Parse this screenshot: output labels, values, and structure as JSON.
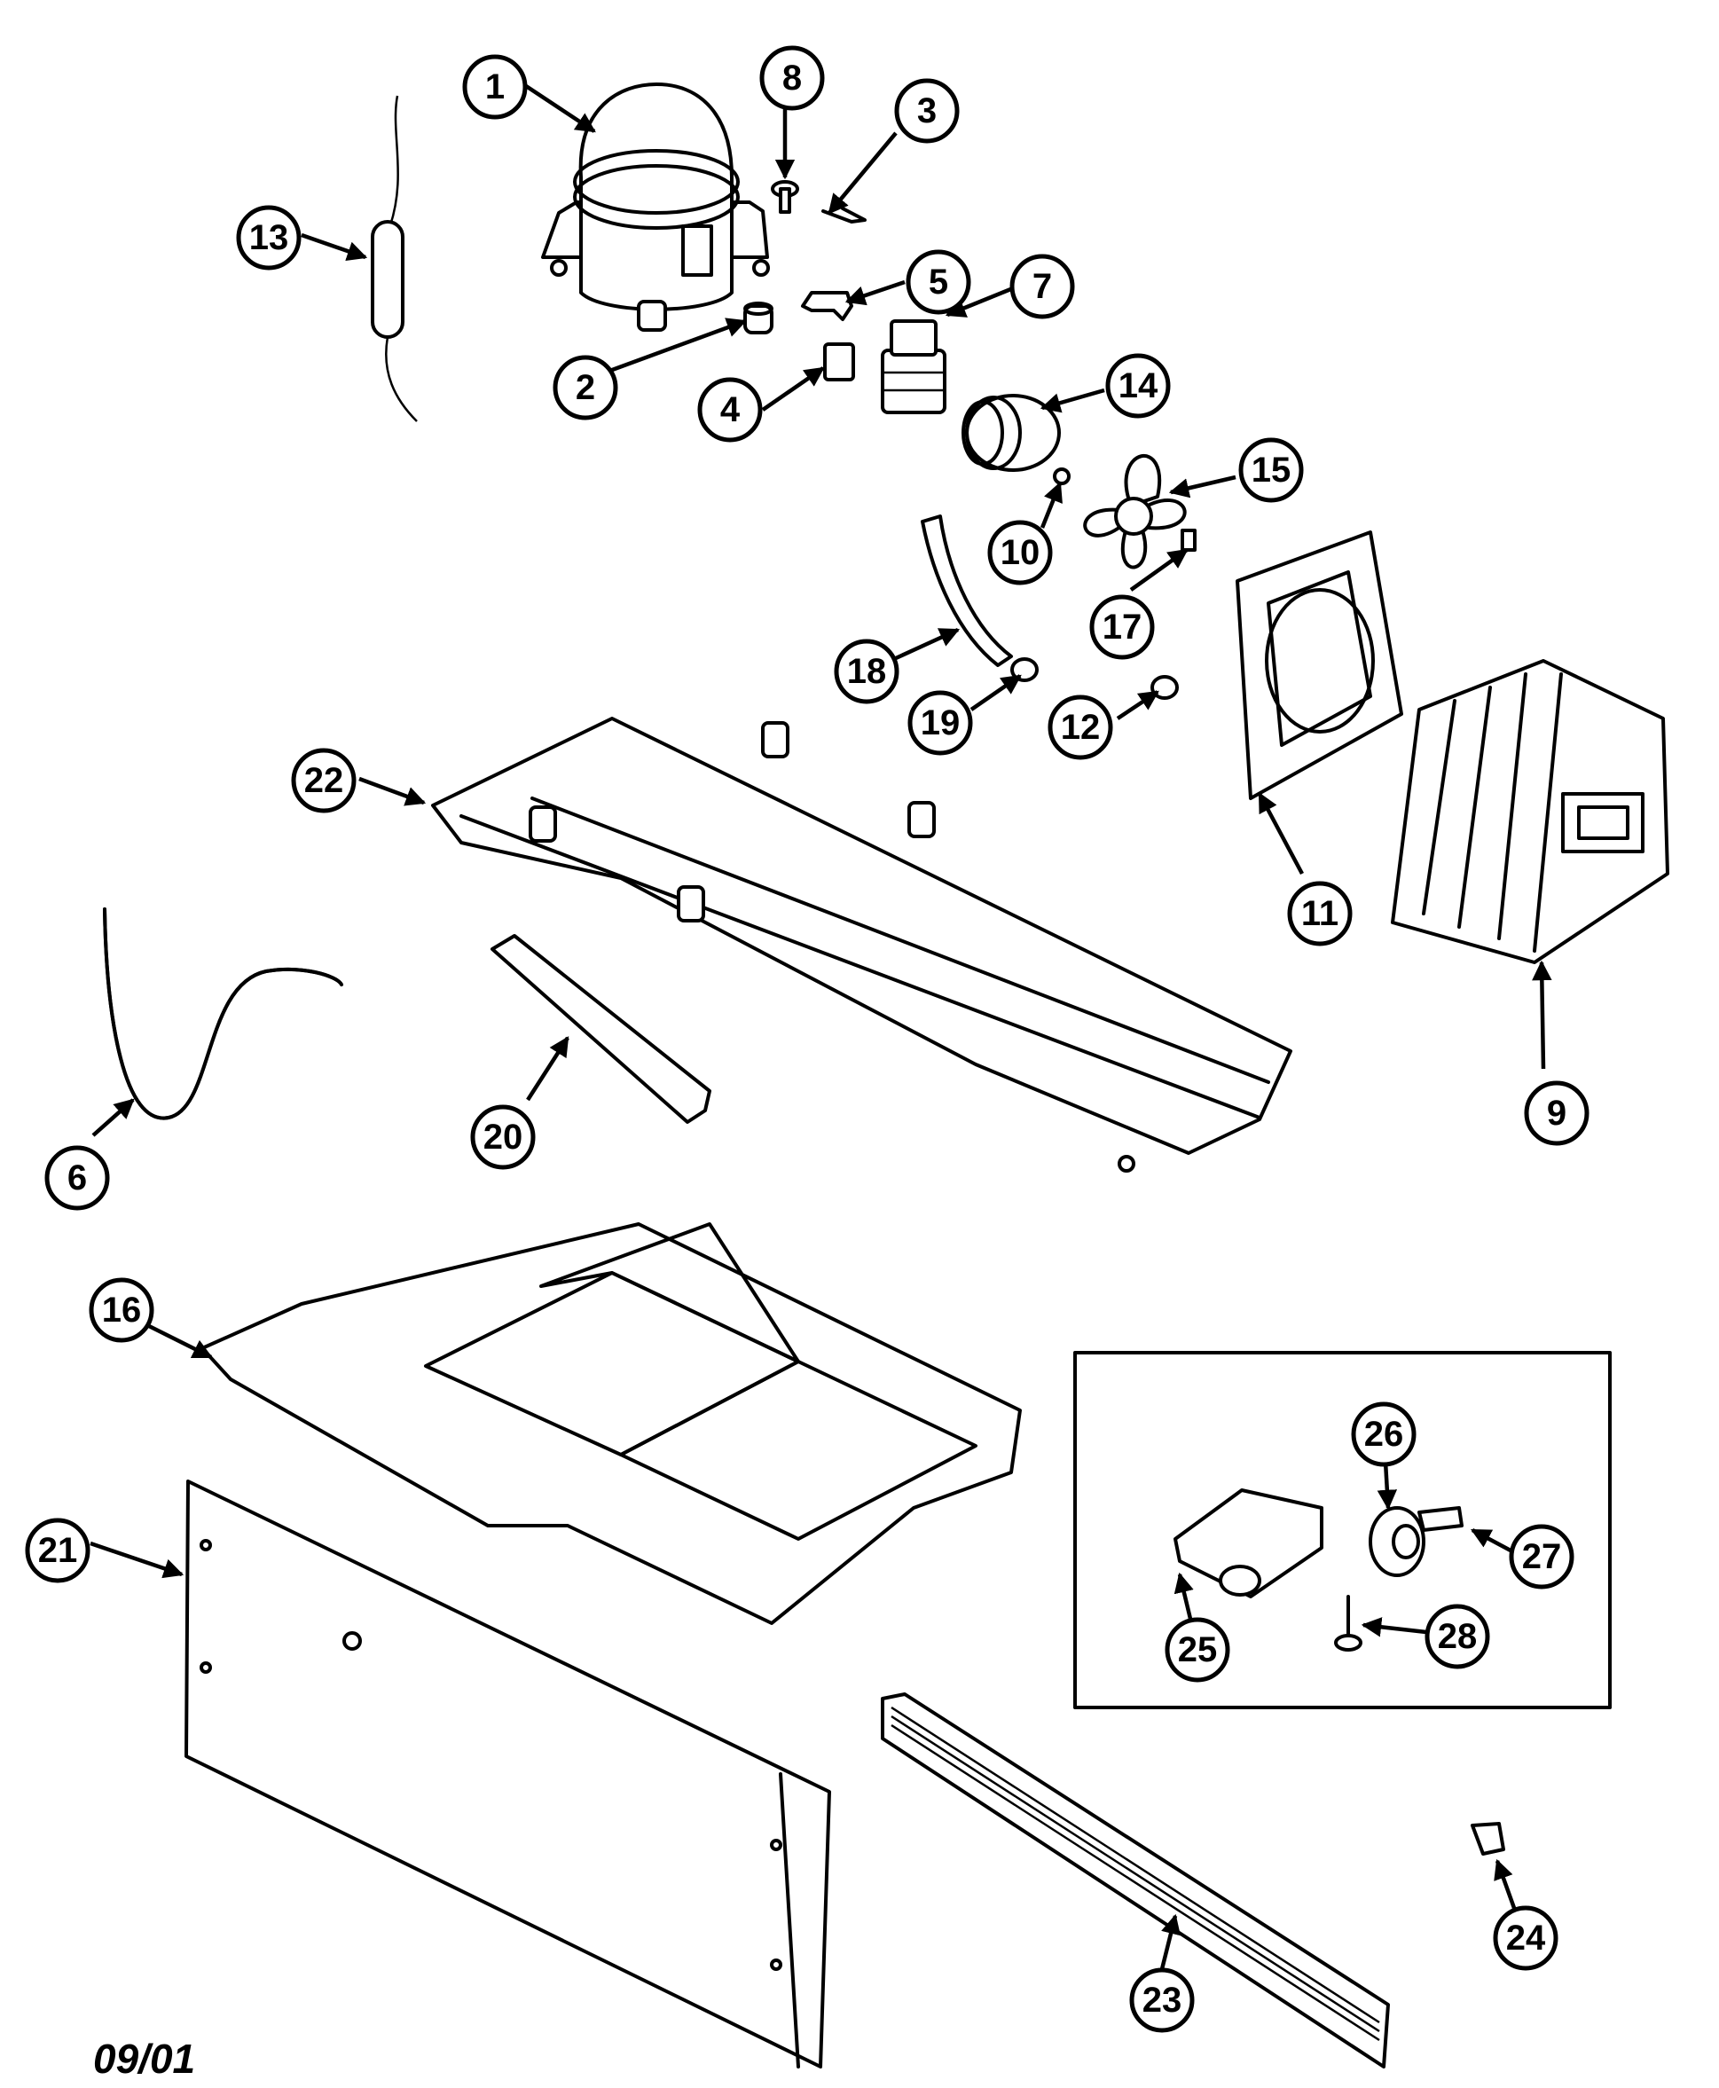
{
  "footer": {
    "date_code": "09/01"
  },
  "callouts": [
    "1",
    "2",
    "3",
    "4",
    "5",
    "6",
    "7",
    "8",
    "9",
    "10",
    "11",
    "12",
    "13",
    "14",
    "15",
    "16",
    "17",
    "18",
    "19",
    "20",
    "21",
    "22",
    "23",
    "24",
    "25",
    "26",
    "27",
    "28"
  ],
  "part_icons": [
    "compressor",
    "grommet",
    "clip",
    "relay",
    "clamp",
    "drain-tube",
    "overload",
    "rivet",
    "condenser",
    "nut",
    "fan-shroud",
    "grommet",
    "drier",
    "fan-motor",
    "fan-blade",
    "drain-pan",
    "clip",
    "bracket",
    "grommet",
    "channel",
    "kickplate",
    "base-plate",
    "grille",
    "clip",
    "roller-bracket",
    "roller",
    "axle-pin",
    "leveling-leg"
  ]
}
